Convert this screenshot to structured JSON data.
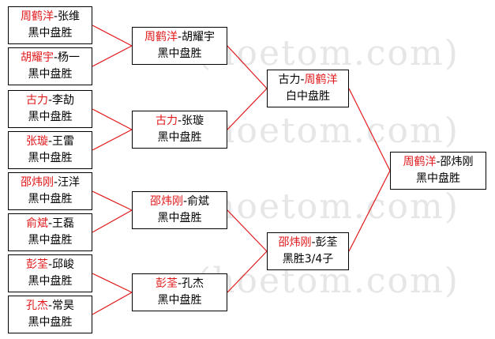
{
  "watermark": "(hoetom.com)",
  "colors": {
    "winner": "#e0191b",
    "line": "#e0191b",
    "border": "#000000"
  },
  "round1": [
    {
      "winner": "周鹤洋",
      "loser": "张维",
      "result": "黑中盘胜"
    },
    {
      "winner": "胡耀宇",
      "loser": "杨一",
      "result": "黑中盘胜"
    },
    {
      "winner": "古力",
      "loser": "李劼",
      "result": "黑中盘胜"
    },
    {
      "winner": "张璇",
      "loser": "王雷",
      "result": "黑中盘胜"
    },
    {
      "winner": "邵炜刚",
      "loser": "汪洋",
      "result": "黑中盘胜"
    },
    {
      "winner": "俞斌",
      "loser": "王磊",
      "result": "黑中盘胜"
    },
    {
      "winner": "彭荃",
      "loser": "邱峻",
      "result": "黑中盘胜"
    },
    {
      "winner": "孔杰",
      "loser": "常昊",
      "result": "黑中盘胜"
    }
  ],
  "round2": [
    {
      "winner": "周鹤洋",
      "loser": "胡耀宇",
      "result": "黑中盘胜"
    },
    {
      "winner": "古力",
      "loser": "张璇",
      "result": "黑中盘胜"
    },
    {
      "winner": "邵炜刚",
      "loser": "俞斌",
      "result": "黑中盘胜"
    },
    {
      "winner": "彭荃",
      "loser": "孔杰",
      "result": "黑中盘胜"
    }
  ],
  "semifinal": [
    {
      "left": "古力",
      "right": "周鹤洋",
      "winner_side": "right",
      "result": "白中盘胜"
    },
    {
      "left": "邵炜刚",
      "right": "彭荃",
      "winner_side": "left",
      "result": "黑胜3/4子"
    }
  ],
  "final": {
    "winner": "周鹤洋",
    "loser": "邵炜刚",
    "result": "黑中盘胜"
  }
}
